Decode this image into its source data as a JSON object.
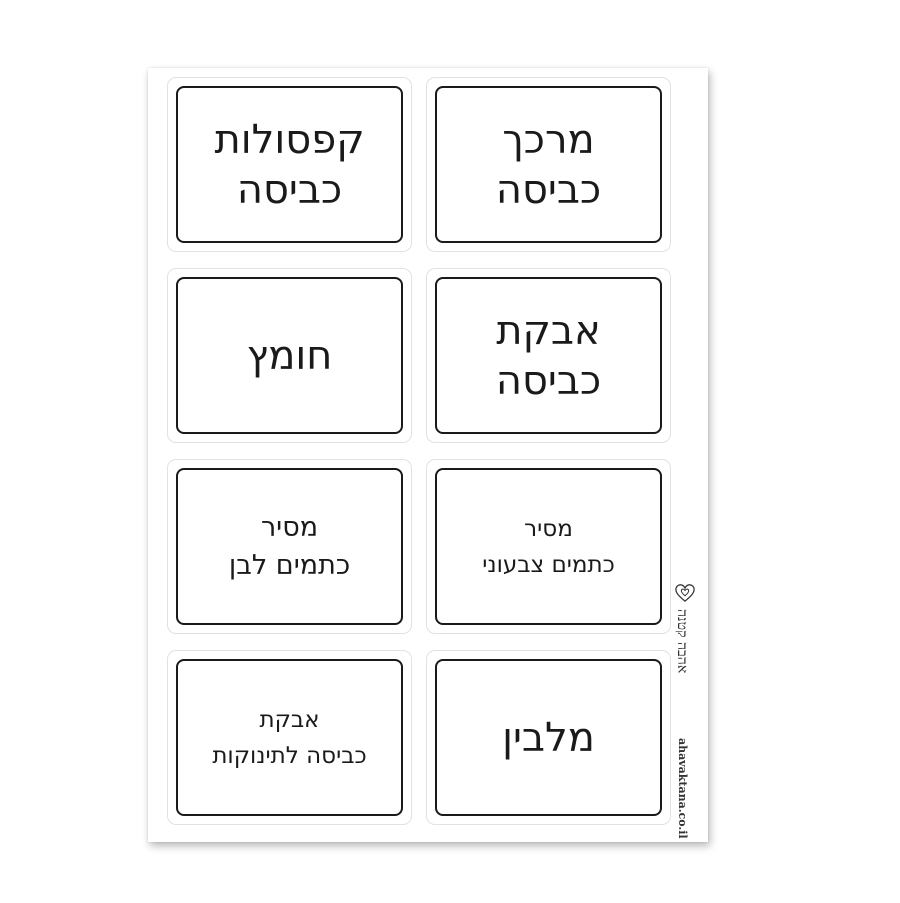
{
  "labels": [
    {
      "lines": [
        "מרכך",
        "כביסה"
      ]
    },
    {
      "lines": [
        "קפסולות",
        "כביסה"
      ]
    },
    {
      "lines": [
        "אבקת",
        "כביסה"
      ]
    },
    {
      "lines": [
        "חומץ"
      ]
    },
    {
      "lines": [
        "מסיר",
        "כתמים צבעוני"
      ]
    },
    {
      "lines": [
        "מסיר",
        "כתמים לבן"
      ]
    },
    {
      "lines": [
        "מלבין"
      ]
    },
    {
      "lines": [
        "אבקת",
        "כביסה לתינוקות"
      ]
    }
  ],
  "brand": {
    "name": "אהבה קטנה",
    "url": "ahavaktana.co.il",
    "logo_icon": "heart-icon"
  },
  "colors": {
    "sheet": "#ffffff",
    "text": "#1a1a1a",
    "sticker_border": "#1a1a1a"
  }
}
